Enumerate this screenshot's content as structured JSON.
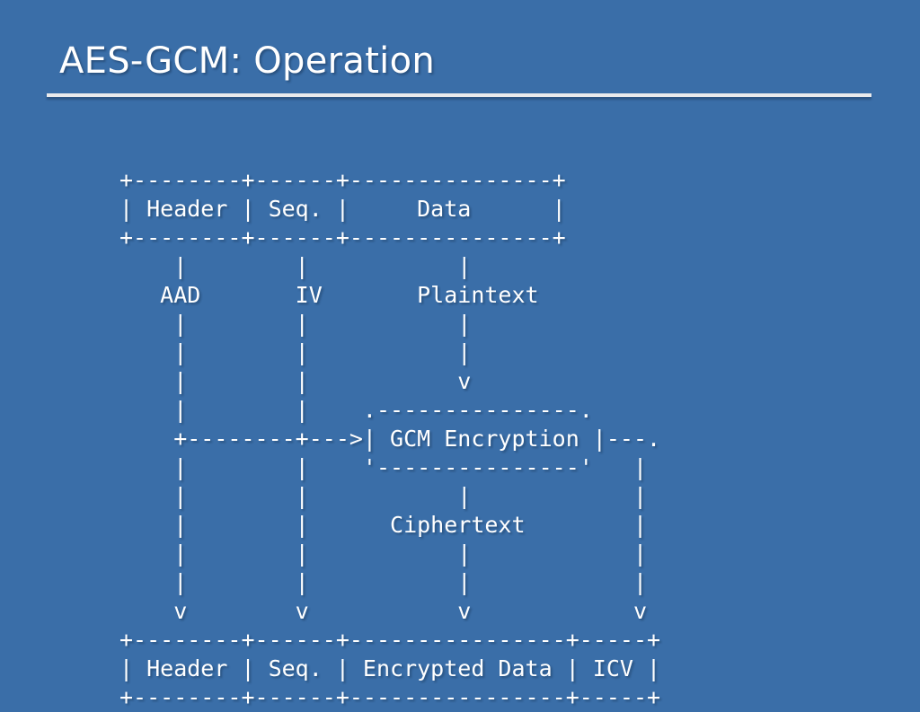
{
  "slide": {
    "title": "AES-GCM: Operation",
    "background_color": "#3a6ea8",
    "text_color": "#ffffff",
    "rule_color": "#e9eaec"
  },
  "diagram": {
    "type": "ascii-art-flow",
    "description": "AES-GCM packet transformation: an unencrypted packet of Header, Seq. and Data is fed as AAD, IV and Plaintext into GCM Encryption, producing Ciphertext and an ICV, which form the encrypted packet.",
    "monospace_columns": 40,
    "rows": [
      "+--------+------+---------------+",
      "| Header | Seq. |     Data      |",
      "+--------+------+---------------+",
      "    |        |           |",
      "   AAD       IV       Plaintext",
      "    |        |           |",
      "    |        |           |",
      "    |        |           v",
      "    |        |    .---------------.",
      "    +--------+--->| GCM Encryption |---.",
      "    |        |    '---------------'   |",
      "    |        |           |            |",
      "    |        |      Ciphertext        |",
      "    |        |           |            |",
      "    |        |           |            |",
      "    v        v           v            v",
      "+--------+------+----------------+-----+",
      "| Header | Seq. | Encrypted Data | ICV |",
      "+--------+------+----------------+-----+"
    ],
    "input_packet": {
      "fields": [
        "Header",
        "Seq.",
        "Data"
      ]
    },
    "signal_labels": [
      "AAD",
      "IV",
      "Plaintext",
      "Ciphertext"
    ],
    "process_box": {
      "label": "GCM Encryption"
    },
    "output_packet": {
      "fields": [
        "Header",
        "Seq.",
        "Encrypted Data",
        "ICV"
      ]
    }
  }
}
